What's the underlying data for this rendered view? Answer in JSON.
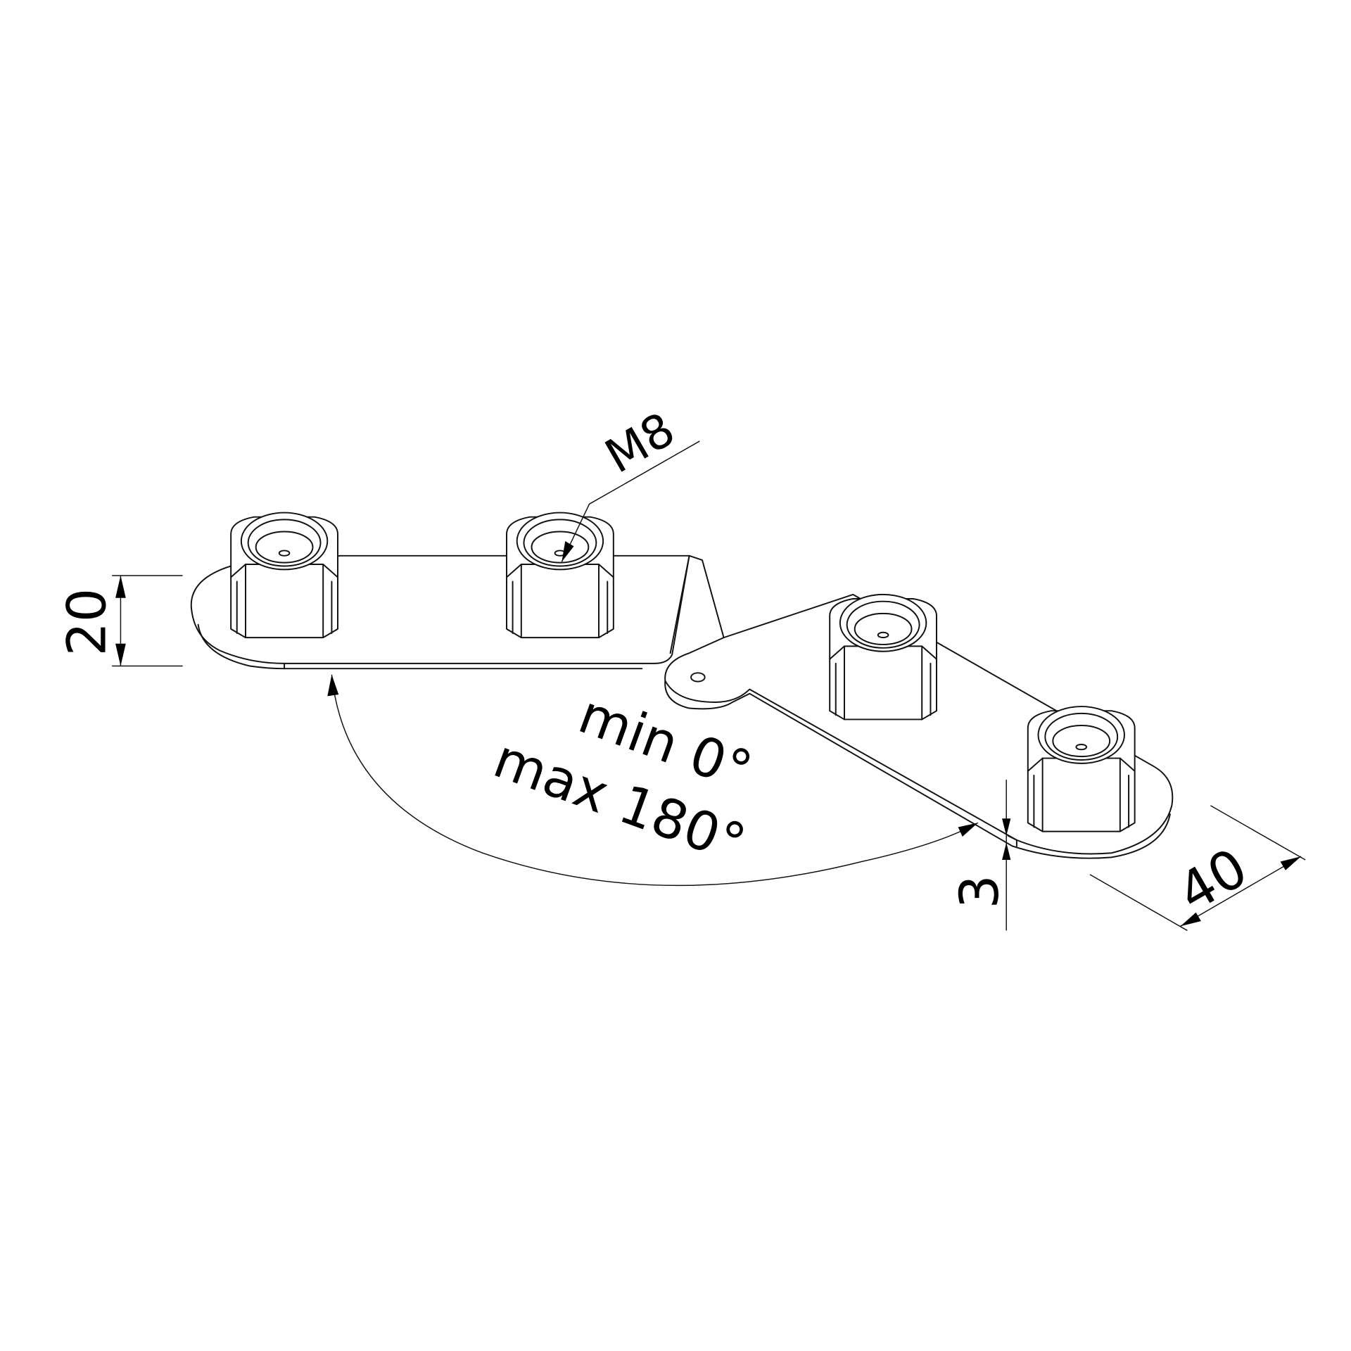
{
  "drawing": {
    "dimensions": {
      "height": "20",
      "thread": "M8",
      "angle_min": "min 0°",
      "angle_max": "max 180°",
      "thickness": "3",
      "width": "40"
    },
    "colors": {
      "line": "#111111",
      "background": "#ffffff"
    }
  }
}
